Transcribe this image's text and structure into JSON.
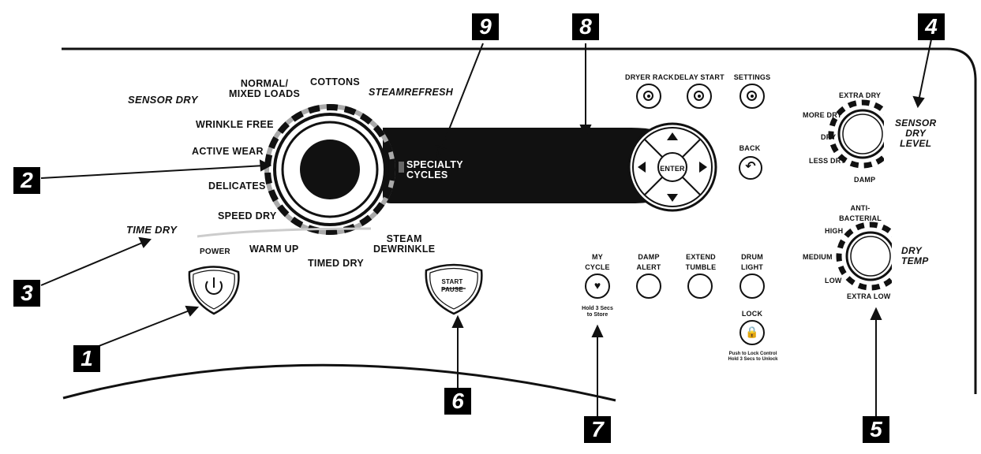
{
  "callouts": [
    "1",
    "2",
    "3",
    "4",
    "5",
    "6",
    "7",
    "8",
    "9"
  ],
  "cycle_knob": {
    "labels": {
      "sensor_dry": "SENSOR DRY",
      "normal_mixed_1": "NORMAL/",
      "normal_mixed_2": "MIXED LOADS",
      "cottons": "COTTONS",
      "steam_refresh": "STEAMREFRESH",
      "wrinkle_free": "WRINKLE FREE",
      "active_wear": "ACTIVE WEAR",
      "delicates": "DELICATES",
      "speed_dry": "SPEED DRY",
      "time_dry": "TIME DRY",
      "warm_up": "WARM UP",
      "timed_dry": "TIMED DRY",
      "steam_dewrinkle_1": "STEAM",
      "steam_dewrinkle_2": "DEWRINKLE",
      "specialty_1": "SPECIALTY",
      "specialty_2": "CYCLES"
    }
  },
  "buttons": {
    "power": "POWER",
    "start": "START",
    "pause": "PAUSE",
    "dryer_rack": "DRYER RACK",
    "delay_start": "DELAY START",
    "settings": "SETTINGS",
    "back": "BACK",
    "enter": "ENTER",
    "my_cycle_1": "MY",
    "my_cycle_2": "CYCLE",
    "my_cycle_note_1": "Hold 3 Secs",
    "my_cycle_note_2": "to Store",
    "damp_alert_1": "DAMP",
    "damp_alert_2": "ALERT",
    "extend_tumble_1": "EXTEND",
    "extend_tumble_2": "TUMBLE",
    "drum_light_1": "DRUM",
    "drum_light_2": "LIGHT",
    "lock": "LOCK",
    "lock_note_1": "Push to Lock Control",
    "lock_note_2": "Hold 3 Secs to Unlock"
  },
  "sensor_dry_level": {
    "title_1": "SENSOR",
    "title_2": "DRY",
    "title_3": "LEVEL",
    "extra_dry": "EXTRA DRY",
    "more_dry": "MORE DRY",
    "dry": "DRY",
    "less_dry": "LESS DRY",
    "damp": "DAMP"
  },
  "dry_temp": {
    "title_1": "DRY",
    "title_2": "TEMP",
    "anti_1": "ANTI-",
    "anti_2": "BACTERIAL",
    "high": "HIGH",
    "medium": "MEDIUM",
    "low": "LOW",
    "extra_low": "EXTRA LOW"
  }
}
